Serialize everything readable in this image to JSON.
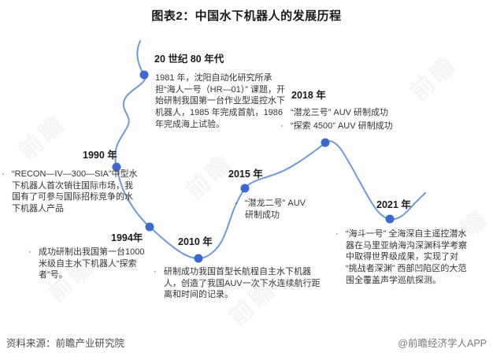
{
  "title": "图表2：中国水下机器人的发展历程",
  "watermark_text": "前瞻",
  "colors": {
    "curve_line": "#6e99de",
    "node_dot": "#3b69ce",
    "heading_text": "#1a1a1a",
    "body_text": "#333333"
  },
  "milestones": [
    {
      "year": "20 世纪 80 年代",
      "items": [
        "1981 年，沈阳自动化研究所承担“海人一号（HR—01）” 课题，开始研制我国第一台作业型遥控水下机器人，1985 年完成首航，1986 年完成海上试验。"
      ]
    },
    {
      "year": "1990 年",
      "items": [
        "“RECON—IV—300—SIA”中型水下机器人首次销往国际市场，我国有了可参与国际招标竞争的水下机器人产品"
      ]
    },
    {
      "year": "1994年",
      "items": [
        "成功研制出我国第一台1000米级自主水下机器人“探索者”号。"
      ]
    },
    {
      "year": "2010 年",
      "items": [
        "研制成功我国首型长航程自主水下机器人，创造了我国AUV一次下水连续航行距离和时间的记录。"
      ]
    },
    {
      "year": "2015 年",
      "items": [
        "“潜龙二号” AUV 研制成功"
      ]
    },
    {
      "year": "2018 年",
      "items": [
        "“潜龙三号” AUV 研制成功",
        "“探索 4500” AUV 研制成功"
      ]
    },
    {
      "year": "2021 年",
      "items": [
        "“海斗一号” 全海深自主遥控潜水器在马里亚纳海沟深渊科学考察中取得世界级成果，实现了对 “挑战者深渊” 西部凹陷区的大范围全覆盖声学巡航探测。"
      ]
    }
  ],
  "footer": {
    "source": "资料来源：前瞻产业研究院",
    "credit": "@前瞻经济学人APP"
  }
}
